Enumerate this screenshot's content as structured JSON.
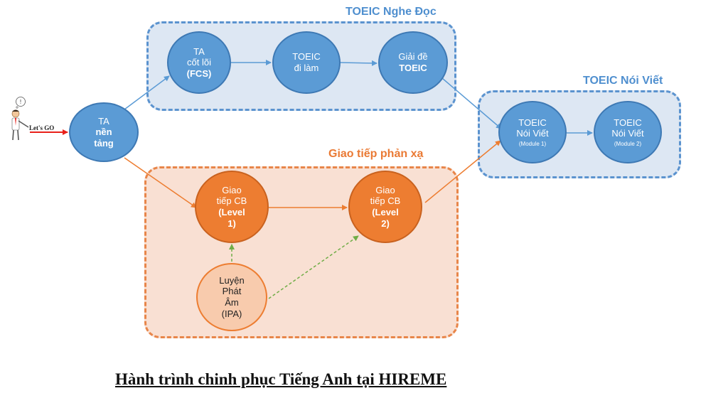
{
  "groups": {
    "nghe_doc": "TOEIC Nghe Đọc",
    "noi_viet": "TOEIC Nói Viết",
    "giao_tiep": "Giao tiếp phản xạ"
  },
  "nodes": {
    "nen_tang": [
      "TA",
      "nền",
      "tảng"
    ],
    "fcs": [
      "TA",
      "cốt lõi",
      "(FCS)"
    ],
    "di_lam": [
      "TOEIC",
      "đi làm"
    ],
    "giai_de": [
      "Giải đề",
      "TOEIC"
    ],
    "module1": [
      "TOEIC",
      "Nói Viết",
      "(Module 1)"
    ],
    "module2": [
      "TOEIC",
      "Nói Viết",
      "(Module 2)"
    ],
    "cb1": [
      "Giao",
      "tiếp CB",
      "(Level",
      "1)"
    ],
    "cb2": [
      "Giao",
      "tiếp CB",
      "(Level",
      "2)"
    ],
    "ipa": [
      "Luyện",
      "Phát",
      "Âm",
      "(IPA)"
    ]
  },
  "start_figure": {
    "sign_label": "Let's GO",
    "thought_symbol": "!"
  },
  "caption": "Hành trình chinh phục Tiếng Anh tại HIREME",
  "colors": {
    "blue_node": "#5b9bd5",
    "blue_group": "#dde7f3",
    "orange_node": "#ed7d31",
    "orange_group": "#f9e0d3",
    "peach_node": "#f8cbad",
    "green_dashed_arrow": "#70ad47"
  }
}
